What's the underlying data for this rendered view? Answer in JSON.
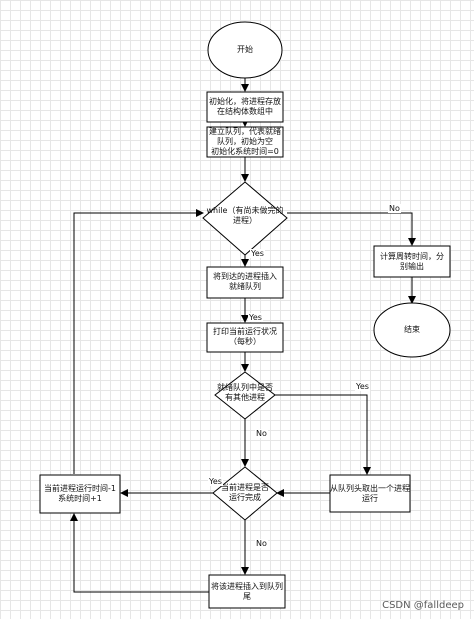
{
  "nodes": {
    "start": "开始",
    "init": "初始化，将进程存放\n在结构体数组中",
    "ready_queue": "建立队列，代表就绪\n队列，初始为空\n初始化系统时间=0",
    "while_cond": "while（有尚未做完的\n进程）",
    "insert_arrived": "将到达的进程插入\n就绪队列",
    "print_status": "打印当前运行状况\n（每秒）",
    "other_process": "就绪队列中是否\n有其他进程",
    "dequeue": "从队列头取出一个进程\n运行",
    "finished": "当前进程是否\n运行完成",
    "time_update": "当前进程运行时间-1\n系统时间+1",
    "append_tail": "将该进程插入到队列\n尾",
    "calc_turnaround": "计算周转时间，分\n别输出",
    "end": "结束"
  },
  "edges": {
    "no_while": "No",
    "yes_while": "Yes",
    "yes_print": "Yes",
    "yes_other": "Yes",
    "no_other": "No",
    "yes_finished": "Yes",
    "no_finished": "No"
  },
  "watermark": "CSDN @falldeep"
}
